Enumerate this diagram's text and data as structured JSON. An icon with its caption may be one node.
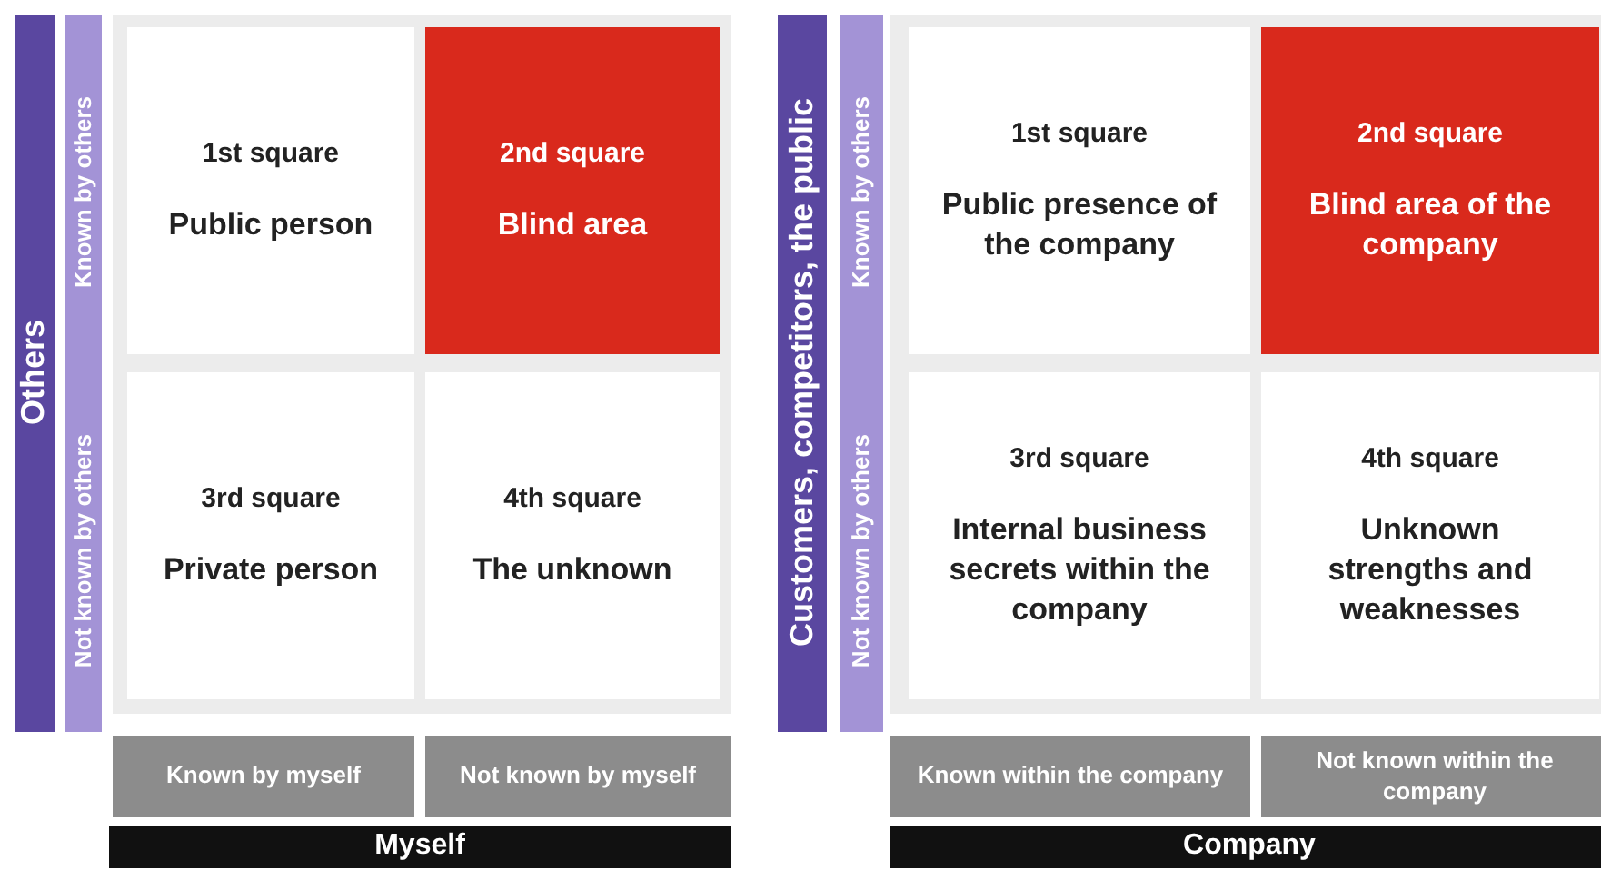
{
  "diagram": {
    "nodes": [
      {
        "text": [
          "Others"
        ]
      },
      {
        "text": [
          "Known by others"
        ]
      },
      {
        "text": [
          "Not known by others"
        ]
      },
      {
        "text": [
          "1st square",
          "Public person"
        ]
      },
      {
        "text": [
          "2nd square",
          "Blind area"
        ]
      },
      {
        "text": [
          "3rd square",
          "Private person"
        ]
      },
      {
        "text": [
          "4th square",
          "The unknown"
        ]
      },
      {
        "text": [
          "Known by myself"
        ]
      },
      {
        "text": [
          "Not known by myself"
        ]
      },
      {
        "text": [
          "Myself"
        ]
      },
      {
        "text": [
          "Customers, competitors, the public"
        ]
      },
      {
        "text": [
          "Known by others"
        ]
      },
      {
        "text": [
          "Not known by others"
        ]
      },
      {
        "text": [
          "1st square",
          "Public presence of the company"
        ]
      },
      {
        "text": [
          "2nd square",
          "Blind area of the company"
        ]
      },
      {
        "text": [
          "3rd square",
          "Internal business secrets within the company"
        ]
      },
      {
        "text": [
          "4th square",
          "Unknown strengths and weaknesses"
        ]
      },
      {
        "text": [
          "Known within the company"
        ]
      },
      {
        "text": [
          "Not known within the company"
        ]
      },
      {
        "text": [
          "Company"
        ]
      }
    ]
  }
}
